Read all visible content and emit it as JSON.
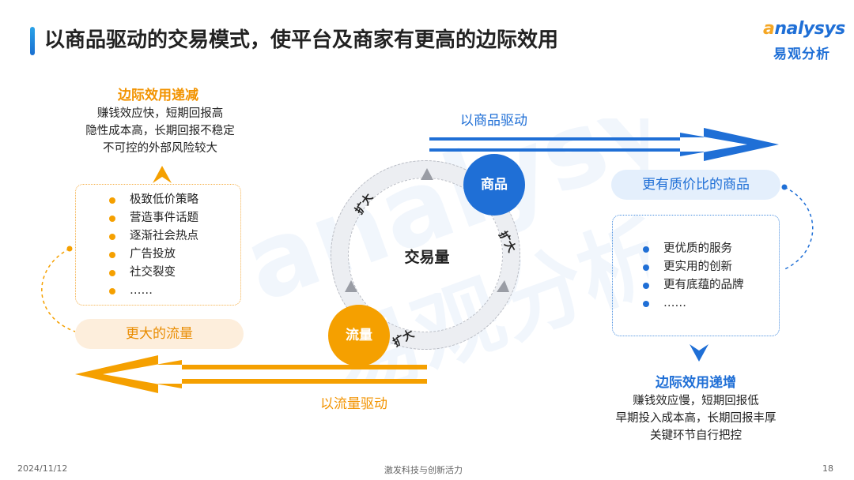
{
  "title": "以商品驱动的交易模式，使平台及商家有更高的边际效用",
  "logo": {
    "en_mark": "a",
    "en_text": "nalysys",
    "cn": "易观分析"
  },
  "left": {
    "heading": "边际效用递减",
    "desc": [
      "赚钱效应快，短期回报高",
      "隐性成本高，长期回报不稳定",
      "不可控的外部风险较大"
    ],
    "items": [
      "极致低价策略",
      "营造事件话题",
      "逐渐社会热点",
      "广告投放",
      "社交裂变",
      "……"
    ],
    "pill": "更大的流量",
    "arrow_label": "以流量驱动"
  },
  "right": {
    "heading": "边际效用递增",
    "desc": [
      "赚钱效应慢，短期回报低",
      "早期投入成本高，长期回报丰厚",
      "关键环节自行把控"
    ],
    "items": [
      "更优质的服务",
      "更实用的创新",
      "更有底蕴的品牌",
      "……"
    ],
    "pill": "更有质价比的商品",
    "arrow_label": "以商品驱动"
  },
  "cycle": {
    "center": "交易量",
    "node_goods": "商品",
    "node_traffic": "流量",
    "expand_labels": [
      "扩大",
      "扩大",
      "扩大"
    ]
  },
  "footer": {
    "date": "2024/11/12",
    "slogan": "激发科技与创新活力",
    "page": "18"
  },
  "colors": {
    "blue": "#1f6fd6",
    "orange": "#f5a000",
    "light_blue": "#e4effc",
    "light_orange": "#fdeedc"
  }
}
